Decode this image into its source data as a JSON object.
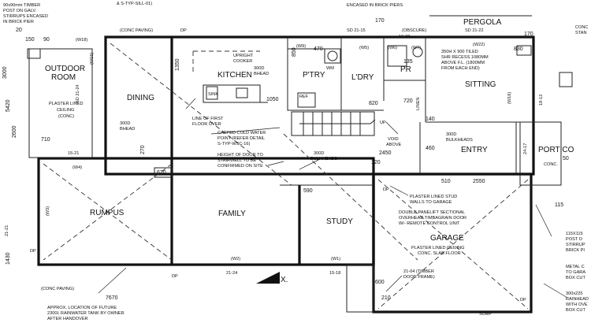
{
  "rooms": {
    "outdoor": [
      "OUTDOOR",
      "ROOM"
    ],
    "dining": "DINING",
    "kitchen": "KITCHEN",
    "ptry": "P'TRY",
    "ldry": "L'DRY",
    "pr": "PR",
    "sitting": "SITTING",
    "entry": "ENTRY",
    "portico": "PORTICO",
    "rumpus": "RUMPUS",
    "family": "FAMILY",
    "study": "STUDY",
    "garage": "GARAGE",
    "pergola": "PERGOLA"
  },
  "notes": {
    "top_left": [
      "90x90mm TIMBER",
      "POST ON GALV.",
      "STIRRUPS ENCASED",
      "IN BRICK PIER"
    ],
    "outdoor_ceiling": [
      "PLASTER LINED",
      "CEILING",
      "(CONC)"
    ],
    "conc_paving_top": "(CONC PAVING)",
    "conc_paving_bottom": "(CONC PAVING)",
    "top_sill": "& S-TYP-SILL-01)",
    "top_brick": "ENCASED IN BRICK PIERS",
    "sitting_tile": [
      "350H X 900 TILED",
      "SHR RECESS 1080MM",
      "ABOVE F.L. (1800MM",
      "FROM EACH END)"
    ],
    "kitchen_upright": [
      "UPRIGHT",
      "COOKER"
    ],
    "kitchen_head": [
      "300D",
      "BHEAD"
    ],
    "dining_head": [
      "300D",
      "BHEAD"
    ],
    "first_floor": [
      "LINE OF FIRST",
      "FLOOR OVER"
    ],
    "cold_water": [
      "CAPPED COLD WATER",
      "POINT (REFER DETAIL",
      "S-TYP-WSC-16)"
    ],
    "door_height": [
      "HEIGHT OF DOOR TO",
      "STAIRWELL TO BE",
      "CONFIRMED ON SITE"
    ],
    "bulkheads_stair": [
      "300D",
      "BULKHEADS"
    ],
    "bulkheads_entry": [
      "300D",
      "BULKHEADS"
    ],
    "void": [
      "VOID",
      "ABOVE"
    ],
    "sink": "SINK",
    "ref": "REF",
    "wm": "WM",
    "linen": "LINEN",
    "obscure": "(OBSCURE)",
    "up": "UP",
    "garage_walls": [
      "PLASTER LINED STUD",
      "WALLS TO GARAGE"
    ],
    "sectional_door": [
      "DOUBLE PANELIFT SECTIONAL",
      "OVERHEAD TIMBAGRAIN DOOR",
      "W/- REMOTE CONTROL UNIT"
    ],
    "garage_ceiling": [
      "PLASTER LINED CEILING",
      "CONC. SLAB FLOOR"
    ],
    "door_frame": [
      "21-04 (TIMBER",
      "DOOR FRAME)"
    ],
    "rainwater": [
      "APPROX. LOCATION OF FUTURE",
      "2300L RAINWATER TANK BY OWNER",
      "AFTER HANDOVER"
    ],
    "sump": "SUMP",
    "right_edge": [
      "115X115",
      "POST O",
      "STIRRUP",
      "BRICK PI"
    ],
    "metal_post": [
      "METAL C",
      "TO GARA",
      "BOX CUT"
    ],
    "rainhead": [
      "300x225",
      "RAINHEAD",
      "WITH OVE",
      "BOX CUT"
    ],
    "conc": "CONC.",
    "conc_top_right": [
      "CONC",
      "STAN"
    ],
    "x_mark": "X."
  },
  "dims": {
    "d_150": "150",
    "d_90": "90",
    "d_710": "710",
    "d_5420": "5420",
    "d_270": "270",
    "d_620": "620",
    "d_1430": "1430",
    "d_7670": "7670",
    "d_1350": "1350",
    "d_1050": "1050",
    "d_850": "850",
    "d_470": "470",
    "d_830": "830",
    "d_820": "820",
    "d_2450": "2450",
    "d_590": "590",
    "d_120": "120",
    "d_50": "50",
    "d_115": "115",
    "d_3000": "3000",
    "d_2600": "2600",
    "d_20": "20",
    "d_170": "170",
    "d_600": "600",
    "d_210": "210",
    "d_140": "140",
    "d_720": "720",
    "d_135": "135",
    "d_170b": "170",
    "d_460": "460",
    "d_510": "510",
    "d_2550": "2550"
  },
  "codes": {
    "c_21_21": "21-21",
    "c_15_21": "15-21",
    "c_21_24": "21-24",
    "c_15_18": "15-18",
    "c_21_15": "SD 21-15",
    "c_21_22": "SD 21-22",
    "c_18_12": "18-12",
    "c_24_17": "24-17",
    "c_10_08": "10-08",
    "c_sd_top": "SD 21-24",
    "w4": "(W4)",
    "w3": "(W3)",
    "w2": "(W2)",
    "w1": "(W1)",
    "w22": "(W22)",
    "w16": "(W16)",
    "w5": "(W5)",
    "w7": "(W7)",
    "w6": "(W6)",
    "w9": "(W9)",
    "w18": "(W18)",
    "w15": "(W15)",
    "dp": "DP"
  },
  "colors": {
    "line": "#111111",
    "paper": "#ffffff"
  }
}
